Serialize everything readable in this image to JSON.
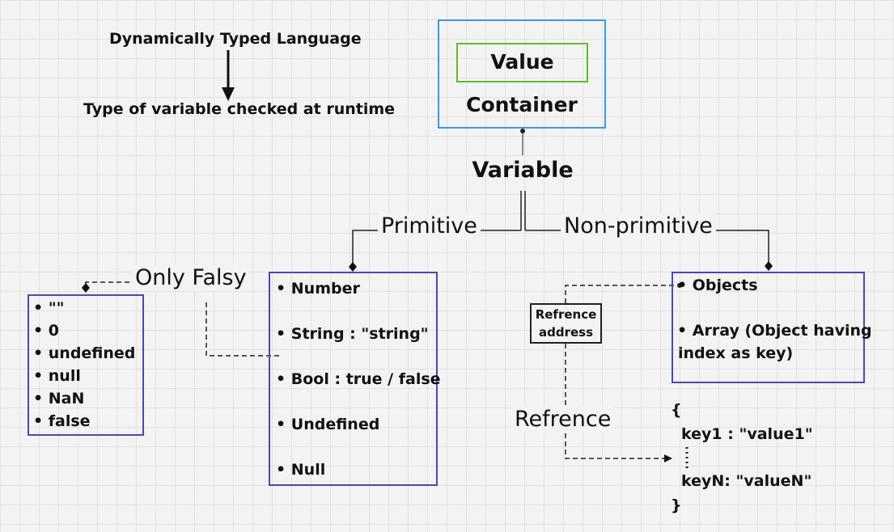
{
  "header": {
    "line1": "Dynamically Typed Language",
    "line2": "Type of variable checked at runtime"
  },
  "container": {
    "value_label": "Value",
    "container_label": "Container"
  },
  "variable_label": "Variable",
  "branches": {
    "primitive": "Primitive",
    "non_primitive": "Non-primitive"
  },
  "falsy": {
    "label": "Only Falsy",
    "items": [
      "\"\"",
      "0",
      "undefined",
      "null",
      "NaN",
      "false"
    ]
  },
  "primitive_types": {
    "items": [
      "Number",
      "String : \"string\"",
      "Bool : true / false",
      "Undefined",
      "Null"
    ]
  },
  "non_primitive_types": {
    "items": [
      "Objects",
      "Array (Object having",
      "index as key)"
    ]
  },
  "reference": {
    "address_line1": "Refrence",
    "address_line2": "address",
    "label": "Refrence"
  },
  "object_literal": {
    "open": "{",
    "line1": "key1 : \"value1\"",
    "line2": "keyN: \"valueN\"",
    "close": "}"
  },
  "colors": {
    "primary_box": "#4a4aa8",
    "container_box": "#3b9ae1",
    "value_box": "#5bbd2b",
    "background": "#f3f3f3"
  }
}
